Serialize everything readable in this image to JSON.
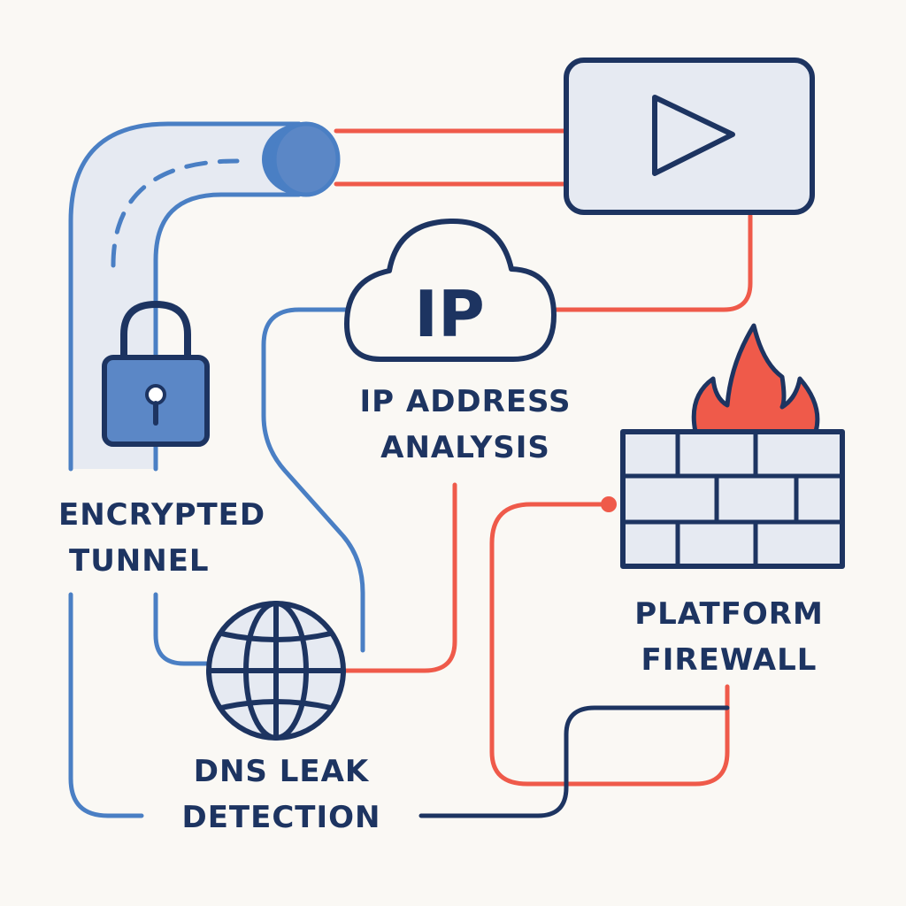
{
  "colors": {
    "background": "#faf8f4",
    "navy": "#1d3461",
    "blue": "#4a7fc4",
    "red": "#ef5a4a",
    "panel": "#e6eaf2",
    "lock_fill": "#5b87c6"
  },
  "icons": [
    "tunnel-pipe",
    "lock-icon",
    "play-button-icon",
    "cloud-icon",
    "flame-icon",
    "brick-wall-icon",
    "globe-icon"
  ],
  "cloud": {
    "text": "IP"
  },
  "labels": {
    "tunnel": {
      "line1": "ENCRYPTED",
      "line2": "TUNNEL"
    },
    "ip": {
      "line1": "IP ADDRESS",
      "line2": "ANALYSIS"
    },
    "firewall": {
      "line1": "PLATFORM",
      "line2": "FIREWALL"
    },
    "dns": {
      "line1": "DNS LEAK",
      "line2": "DETECTION"
    }
  }
}
